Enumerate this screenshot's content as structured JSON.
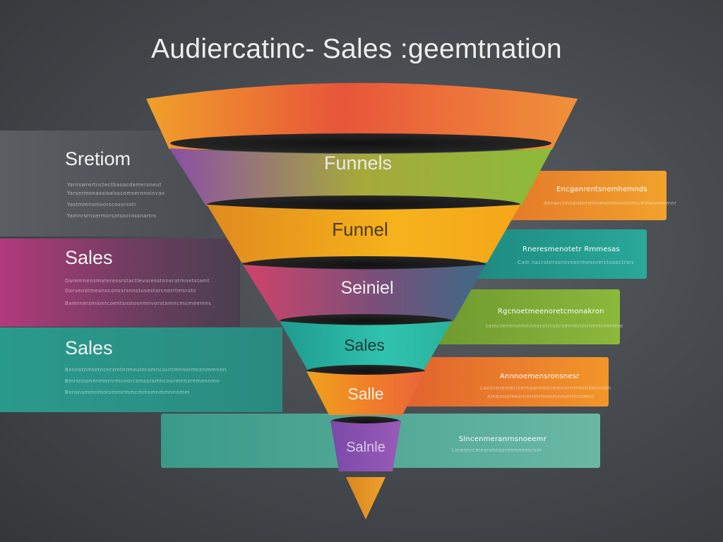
{
  "title": "Audiercatinc- Sales :geemtnation",
  "colors": {
    "orange": "#f08a28",
    "red_orange": "#e8593a",
    "purple": "#8a4f9e",
    "green": "#8ab33c",
    "yellow": "#f2a81c",
    "pink": "#c4436a",
    "teal": "#2aa89a",
    "magenta": "#b03a7a"
  },
  "left_panels": [
    {
      "heading": "Sretiom",
      "lines": [
        "Yarnswrertnctectbasacdamersneut",
        "Yarsermonassioalsscomsernnoinvas",
        "Yastmmnsmoorscosarsstr",
        "Yamnrsrnsermorsatsocinssnartrs"
      ]
    },
    {
      "heading": "Sales",
      "lines": [
        "Daremnensmateressrstactlevaresstoneratmnetstamt",
        "Darvenstmeanoconssrsnnstusestarcnorrtmsrats",
        "Bamrnersmiontcoentsnstoormnvorstamncmumeemns"
      ]
    },
    {
      "heading": "Sales",
      "lines": [
        "Bxnnstnmtetncersmtnrmeuteramncourtmnnormcenmmnnn",
        "Bmrsnnonnnmernrmcnorcsmssramncourmnnxremennmn",
        "Bxnsnsmmnmorommrmmcmmsmnmmnnnmm"
      ]
    }
  ],
  "right_panels": [
    {
      "heading": "Encganrentsnemhemnds",
      "lines": [
        "Aenarcnnnensnremnmornnormnnscmmnvmnmnr"
      ]
    },
    {
      "heading": "Rneresmenotetr Rmmesas",
      "lines": [
        "Cam nacraterssnoveetrmesnrerctsaectrsrs"
      ]
    },
    {
      "heading": "Rgcnoetmeenoretcmonakron",
      "lines": [
        "Lemcreneronmnnneretrcsnrsmnmnmrrmrtnrmnme"
      ]
    },
    {
      "heading": "Annnoemensronsnesr",
      "lines": [
        "Laeorsnemerrcernoaremcrnmnnrrnrmrnmnnrmn",
        "Amennoreesnronmrmeemnmermnnmnr"
      ]
    },
    {
      "heading": "Slncenmeranrnsnoeemr",
      "lines": [
        "Lmennrcmesronnssrsnmnsnersm"
      ]
    }
  ],
  "funnel": {
    "stages": [
      "Funnels",
      "Funnel",
      "Seiniel",
      "Sales",
      "Salle",
      "Salnle"
    ]
  }
}
